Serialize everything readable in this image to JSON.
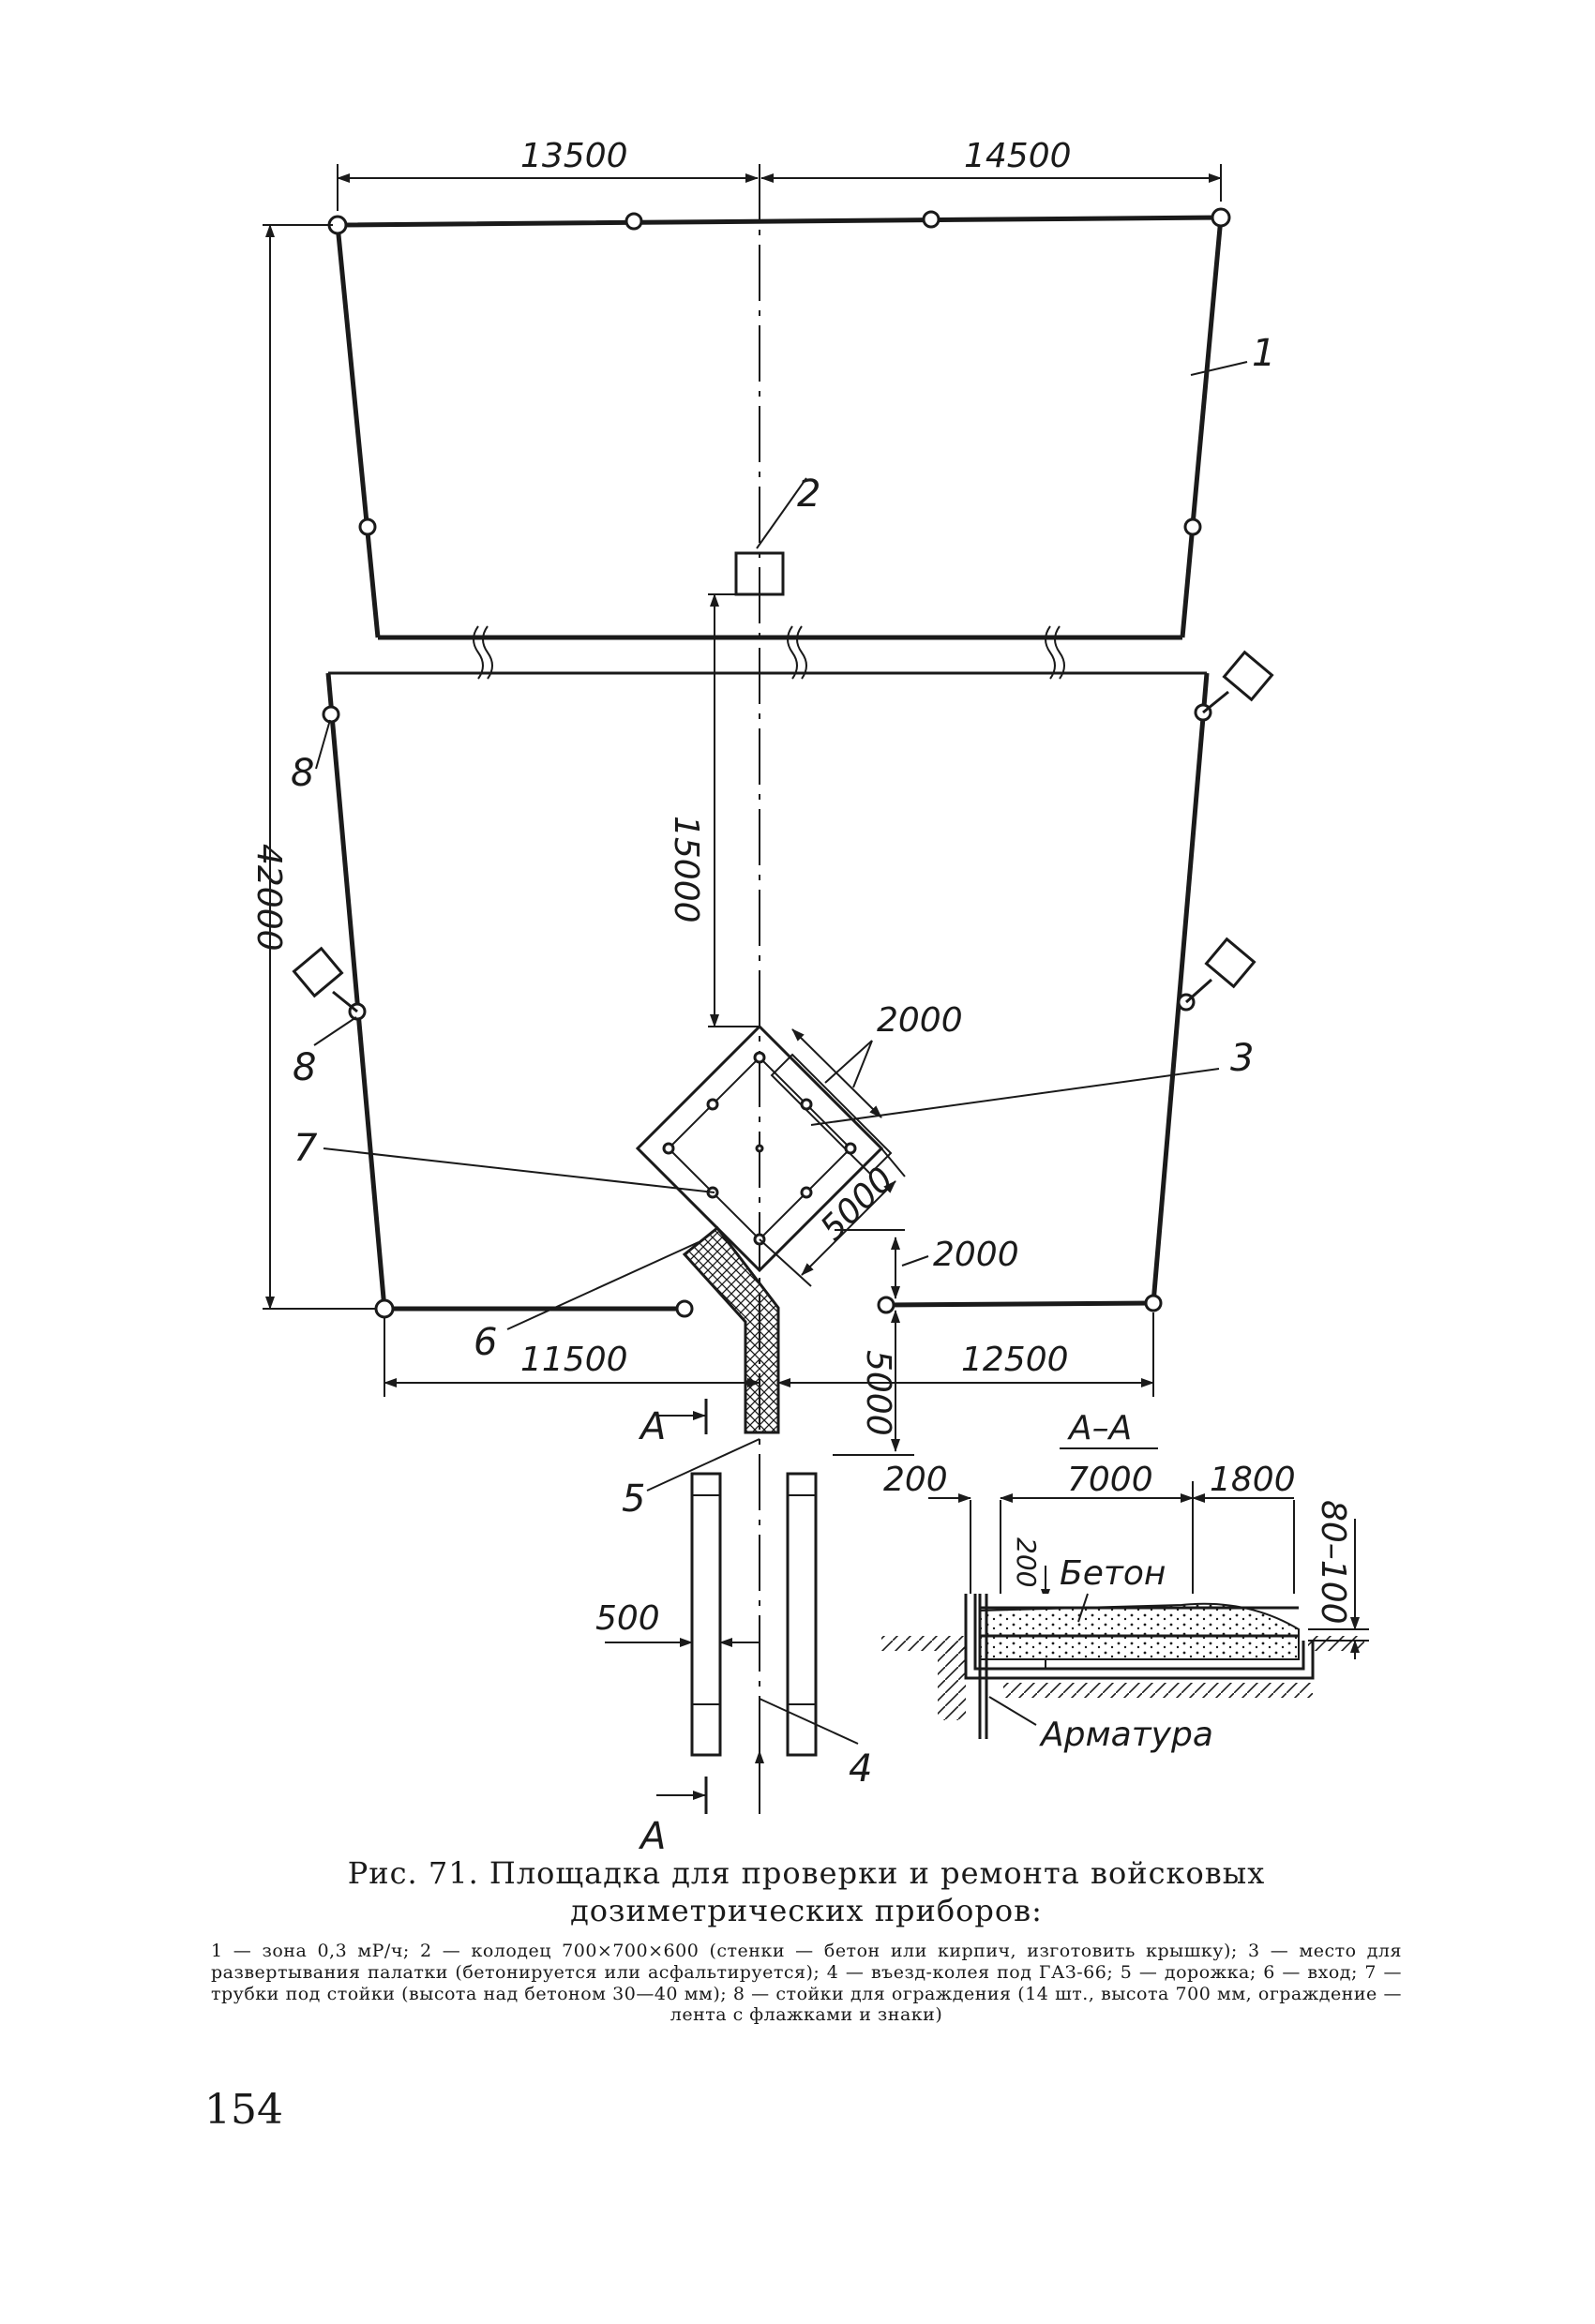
{
  "figure": {
    "dimensions": {
      "top_left": "13500",
      "top_right": "14500",
      "total_height": "42000",
      "to_tent": "15000",
      "tent_offset": "2000",
      "tent_side": "5000",
      "gap_below_tent": "2000",
      "bottom_left": "11500",
      "bottom_right": "12500",
      "entry_depth": "5000",
      "track_width": "500"
    },
    "labels": {
      "zone": "1",
      "well": "2",
      "tent": "3",
      "track": "4",
      "path": "5",
      "entrance": "6",
      "tubes": "7",
      "post_left_upper": "8",
      "post_left_lower": "8"
    },
    "section_marks": [
      "А",
      "А"
    ],
    "section": {
      "title": "А–А",
      "dim_left": "200",
      "dim_middle": "7000",
      "dim_right": "1800",
      "dim_depth": "80–100",
      "dim_thickness": "200",
      "concrete_label": "Бетон",
      "rebar_label": "Арматура"
    }
  },
  "caption": {
    "title": "Рис. 71. Площадка для проверки и ремонта войсковых дозиметрических приборов:",
    "legend": "1 — зона 0,3 мР/ч; 2 — колодец 700×700×600 (стенки — бетон или кирпич, изготовить крышку); 3 — место для развертывания палатки (бетонируется или асфальтируется); 4 — въезд-колея под ГАЗ-66; 5 — дорожка; 6 — вход; 7 — трубки под стойки (высота над бетоном 30—40 мм); 8 — стойки для ограждения (14 шт., высота 700 мм, ограждение — лента с флажками и знаки)"
  },
  "page_number": "154"
}
